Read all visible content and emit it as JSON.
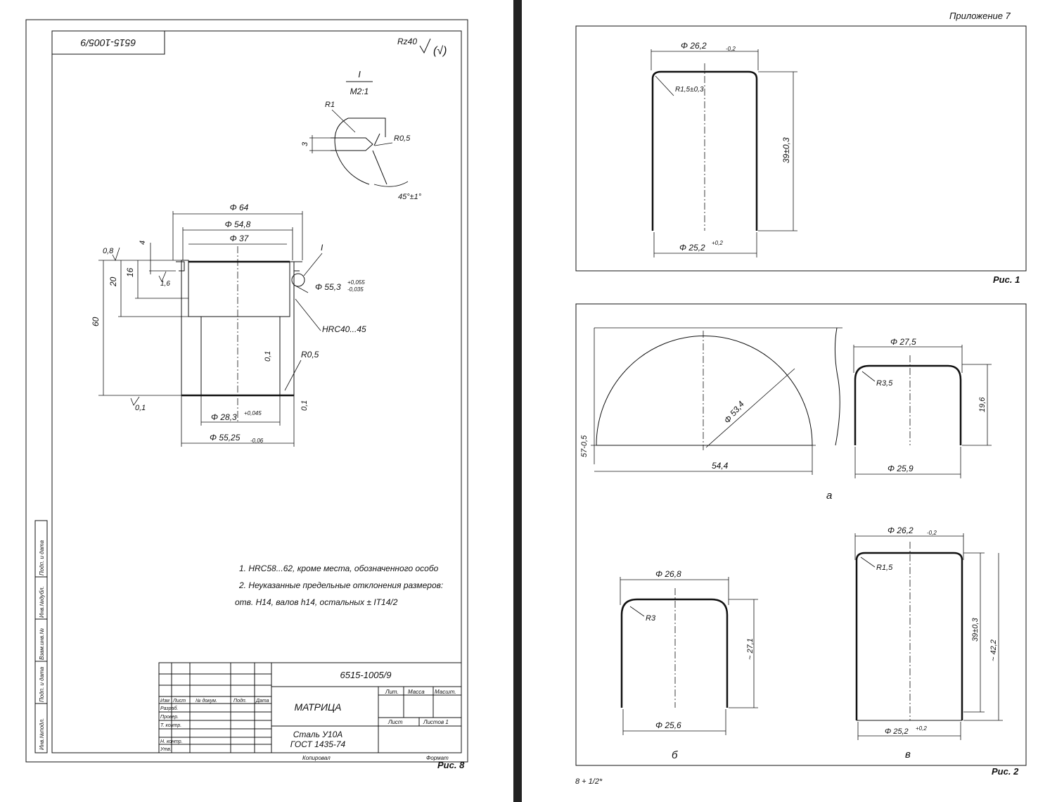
{
  "left_sheet": {
    "stamp_number_rotated": "6515-1005/9",
    "roughness": "Rz40",
    "roughness_suffix": "(√)",
    "detail_view": {
      "label": "I",
      "scale": "М2:1",
      "r1": "R1",
      "r05": "R0,5",
      "dim3": "3",
      "angle": "45°±1°"
    },
    "dims": {
      "d64": "Φ 64",
      "d548": "Φ 54,8",
      "d37": "Φ 37",
      "d553": "Φ 55,3",
      "d553_tol_up": "+0,055",
      "d553_tol_dn": "-0,035",
      "d283": "Φ 28,3",
      "d283_tol": "+0,045",
      "d5525": "Φ 55,25",
      "d5525_tol": "-0,06",
      "h60": "60",
      "h20": "20",
      "h16": "16",
      "h4": "4",
      "ch08": "0,8",
      "r16": "1,6",
      "r01": "0,1",
      "r01b": "0,1",
      "r01c": "0,1",
      "hrc": "HRC40...45",
      "r05": "R0,5",
      "view_mark": "I"
    },
    "notes": [
      "1. HRC58...62, кроме места, обозначенного особо",
      "2. Неуказанные предельные отклонения размеров:",
      "отв. H14, валов h14, остальных ± IT14/2"
    ],
    "left_column_labels": [
      "Инв.№подл.",
      "Подп. и дата",
      "Взам.инв.№",
      "Инв.№дубл.",
      "Подп. и дата"
    ],
    "title_block": {
      "designation": "6515-1005/9",
      "name": "МАТРИЦА",
      "material_1": "Сталь У10А",
      "material_2": "ГОСТ 1435-74",
      "col_headers": [
        "Изм",
        "Лист",
        "№ докум.",
        "Подп.",
        "Дата"
      ],
      "row_labels": [
        "Разраб.",
        "Провер.",
        "Т. контр.",
        "Н. контр.",
        "Утв."
      ],
      "lit": "Лит.",
      "mass": "Масса",
      "scale": "Масшт.",
      "sheet": "Лист",
      "sheets": "Листов 1",
      "copied": "Копировал",
      "format": "Формат"
    },
    "caption": "Рис. 8"
  },
  "right_sheet": {
    "appendix": "Приложение 7",
    "fig1": {
      "d_top": "Φ 26,2",
      "d_top_tol": "-0,2",
      "radius": "R1,5±0,3",
      "height": "39±0,3",
      "d_bot": "Φ 25,2",
      "d_bot_tol": "+0,2",
      "caption": "Рис. 1"
    },
    "fig2": {
      "a_height": "57-0,5",
      "a_diam": "Φ 53,4",
      "a_width": "54,4",
      "b1_top": "Φ 27,5",
      "b1_r": "R3,5",
      "b1_h": "19,6",
      "b1_bot": "Φ 25,9",
      "label_a": "а",
      "c_top": "Φ 26,8",
      "c_r": "R3",
      "c_h": "~ 27,1",
      "c_bot": "Φ 25,6",
      "label_b": "б",
      "d_top": "Φ 26,2",
      "d_top_tol": "-0,2",
      "d_r": "R1,5",
      "d_h1": "39±0,3",
      "d_h2": "~ 42,2",
      "d_bot": "Φ 25,2",
      "d_bot_tol": "+0,2",
      "label_v": "в",
      "caption": "Рис. 2"
    },
    "page_number": "8 + 1/2*"
  }
}
